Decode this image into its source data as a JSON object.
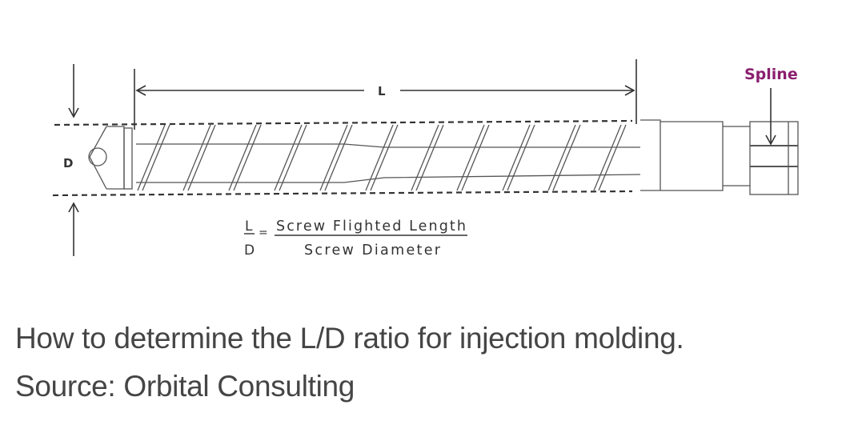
{
  "diagram": {
    "length_label": "L",
    "diameter_label": "D",
    "spline_label": "Spline",
    "formula": {
      "lhs_numerator": "L",
      "lhs_denominator": "D",
      "equals": "=",
      "rhs_numerator": "Screw Flighted Length",
      "rhs_denominator": "Screw Diameter"
    },
    "spline_color": "#8b1f6e"
  },
  "caption": {
    "line1": "How to determine the L/D ratio for injection molding.",
    "line2": "Source: Orbital Consulting"
  }
}
